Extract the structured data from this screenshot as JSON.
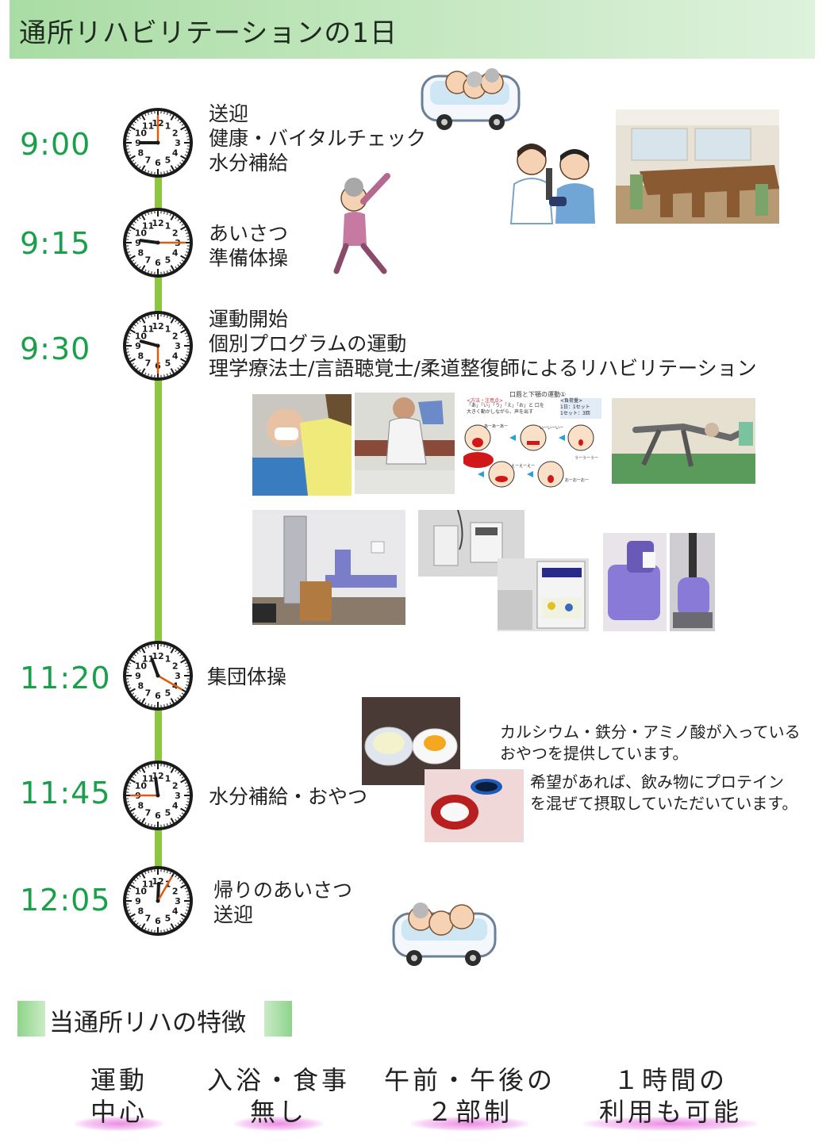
{
  "header": {
    "title": "通所リハビリテーションの1日"
  },
  "schedule": [
    {
      "time": "9:00",
      "lines": [
        "送迎",
        "健康・バイタルチェック",
        "水分補給"
      ]
    },
    {
      "time": "9:15",
      "lines": [
        "あいさつ",
        "準備体操"
      ]
    },
    {
      "time": "9:30",
      "lines": [
        "運動開始",
        "個別プログラムの運動",
        "理学療法士/言語聴覚士/柔道整復師によるリハビリテーション"
      ]
    },
    {
      "time": "11:20",
      "lines": [
        "集団体操"
      ]
    },
    {
      "time": "11:45",
      "lines": [
        "水分補給・おやつ"
      ]
    },
    {
      "time": "12:05",
      "lines": [
        "帰りのあいさつ",
        "送迎"
      ]
    }
  ],
  "snack_notes": {
    "note1": [
      "カルシウム・鉄分・アミノ酸が入っている",
      "おやつを提供しています。"
    ],
    "note2": [
      "希望があれば、飲み物にプロテイン",
      "を混ぜて摂取していただいています。"
    ]
  },
  "mouth_exercise_sheet": {
    "title": "口唇と下顎の運動①",
    "sub": "<方法・注意点>",
    "instr": "「あ」「い」「う」「え」「お」と 口を大きく動かしながら、声を出す",
    "freq_title": "<負荷量>",
    "freq1": "1日：1セット",
    "freq2": "1セット：3回",
    "bubbles": [
      "あーあーあー",
      "いーいーいー",
      "うーうーうー",
      "えーえーえー",
      "おーおーおー"
    ]
  },
  "features_section": {
    "title": "当通所リハの特徴",
    "items": [
      {
        "line1": "運動",
        "line2": "中心"
      },
      {
        "line1": "入浴・食事",
        "line2": "無し"
      },
      {
        "line1": "午前・午後の",
        "line2": "２部制"
      },
      {
        "line1": "１時間の",
        "line2": "利用も可能"
      }
    ]
  },
  "colors": {
    "time_green": "#1aa04a",
    "timeline": "#8cc63f",
    "header": "#a9dca4",
    "highlight": "#e878de"
  },
  "clocks": [
    {
      "hour": 9,
      "minute": 0
    },
    {
      "hour": 9,
      "minute": 15
    },
    {
      "hour": 9,
      "minute": 30
    },
    {
      "hour": 11,
      "minute": 20
    },
    {
      "hour": 11,
      "minute": 45
    },
    {
      "hour": 12,
      "minute": 5
    }
  ]
}
